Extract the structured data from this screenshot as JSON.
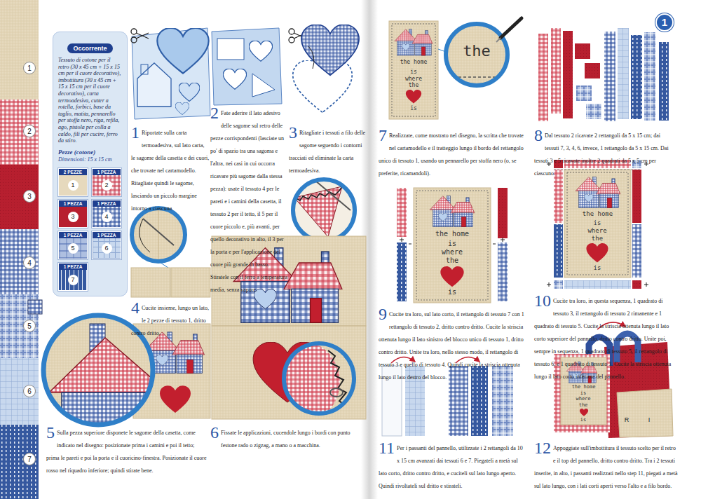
{
  "diagram": {
    "nodes": [
      {
        "text": [
          "Occorrente",
          "Tessuto di cotone per il retro (30 x 45 cm + 15 x 15 cm per il cuore decorativo), imbottitura (30 x 45 cm + 15 x 15 cm per il cuore decorativo), carta termoadesiva, cutter a rotella, forbici, base da taglio, matita, pennarello per stoffa nero, riga, refila, ago, pistola per colla a caldo, fili per cucire, ferro da stiro.",
          "Pezze (cotone)",
          "Dimensioni: 15 x 15 cm"
        ]
      },
      {
        "text": [
          "2 PEZZE",
          "1"
        ],
        "in": 0
      },
      {
        "text": [
          "1 PEZZA",
          "2"
        ],
        "in": 0
      },
      {
        "text": [
          "1 PEZZA",
          "3"
        ],
        "in": 0
      },
      {
        "text": [
          "1 PEZZA",
          "4"
        ],
        "in": 0
      },
      {
        "text": [
          "1 PEZZA",
          "5"
        ],
        "in": 0
      },
      {
        "text": [
          "1 PEZZA",
          "6"
        ],
        "in": 0
      },
      {
        "text": [
          "1 PEZZA",
          "7"
        ],
        "in": 0
      },
      {
        "text": [
          "1",
          "Riportate sulla carta termoadesiva, sul lato carta, le sagome della casetta e dei cuori, che trovate nel cartamodello. Ritagliate quindi le sagome, lasciando un piccolo margine intorno a ciascuna."
        ]
      },
      {
        "text": [
          "2",
          "Fate aderire il lato adesivo delle sagome sul retro delle pezze corrispondenti (lasciate un po' di spazio tra una sagoma e l'altra, nei casi in cui occorra ricavare più sagome dalla stessa pezza): usate il tessuto 4 per le pareti e i camini della casetta, il tessuto 2 per il tetto, il 5 per il cuore piccolo e, più avanti, per quello decorativo in alto, il 3 per la porta e per l'applicazione del cuore più grande in basso. Stiratele con il ferro a temperatura media, senza vapore."
        ]
      },
      {
        "text": [
          "3",
          "Ritagliate i tessuti a filo delle sagome seguendo i contorni tracciati ed eliminate la carta termoadesiva."
        ]
      },
      {
        "text": [
          "4",
          "Cucite insieme, lungo un lato, le 2 pezze di tessuto 1, dritto contro dritto."
        ]
      },
      {
        "text": [
          "5",
          "Sulla pezza superiore disponete le sagome della casetta, come indicato nel disegno: posizionate prima i camini e poi il tetto; prima le pareti e poi la porta e il cuoricino-finestra. Posizionate il cuore rosso nel riquadro inferiore; quindi stirate bene."
        ]
      },
      {
        "text": [
          "6",
          "Fissate le applicazioni, cucendole lungo i bordi con punto festone rado o zigzag, a mano o a macchina."
        ]
      },
      {
        "text": [
          "7",
          "Realizzate, come mostrato nel disegno, la scritta che trovate nel cartamodello e il tratteggio lungo il bordo del rettangolo unico di tessuto 1, usando un pennarello per stoffa nero (o, se preferite, ricamandoli)."
        ]
      },
      {
        "text": [
          "8",
          "Dal tessuto 2 ricavate 2 rettangoli da 5 x 15 cm; dai tessuti 7, 3, 4, 6, invece, 1 rettangolo da 5 x 15 cm. Dai tessuti 3 e 5 ricavate inoltre 2 quadrati da 5 x 5 cm per ciascuno."
        ]
      },
      {
        "text": [
          "9",
          "Cucite tra loro, sul lato corto, il rettangolo di tessuto 7 con 1 rettangolo di tessuto 2, dritto contro dritto. Cucite la striscia ottenuta lungo il lato sinistro del blocco unico di tessuto 1, dritto contro dritto. Unite tra loro, nello stesso modo, il rettangolo di tessuto 3 e quello di tessuto 4. Quindi cucite la striscia ottenuta lungo il lato destro del blocco."
        ]
      },
      {
        "text": [
          "10",
          "Cucite tra loro, in questa sequenza, 1 quadrato di tessuto 3, il rettangolo di tessuto 2 rimanente e 1 quadrato di tessuto 5. Cucite la striscia ottenuta lungo il lato corto superiore del pannello, dritto contro dritto. Unite poi, sempre in sequenza, 1 quadrato di tessuto 5, il rettangolo di tessuto 6, e 1 quadrato di tessuto 3. Cucite la striscia ottenuta lungo il lato corto inferiore del pannello."
        ]
      },
      {
        "text": [
          "11",
          "Per i passanti del pannello, utilizzate i 2 rettangoli da 10 x 15 cm avanzati dai tessuti 6 e 7. Piegateli a metà sul lato corto, dritto contro dritto, e cuciteli sul lato lungo aperto. Quindi rivoltateli sul dritto e stirateli."
        ]
      },
      {
        "text": [
          "12",
          "Appoggiate sull'imbottitura il tessuto scelto per il retro e il top del pannello, dritto contro dritto. Tra i 2 tessuti inserite, in alto, i passanti realizzati nello step 11, piegati a metà sul lato lungo, con i lati corti aperti verso l'alto e a filo bordo."
        ]
      }
    ],
    "labels": [
      "1",
      "2",
      "3",
      "4",
      "5",
      "6",
      "7",
      "1",
      "the",
      "the home",
      "is where the",
      "is",
      "the home",
      "is where the",
      "is",
      "the home",
      "is where the",
      "is",
      "the home",
      "is where the",
      "is",
      "R",
      "I"
    ]
  }
}
